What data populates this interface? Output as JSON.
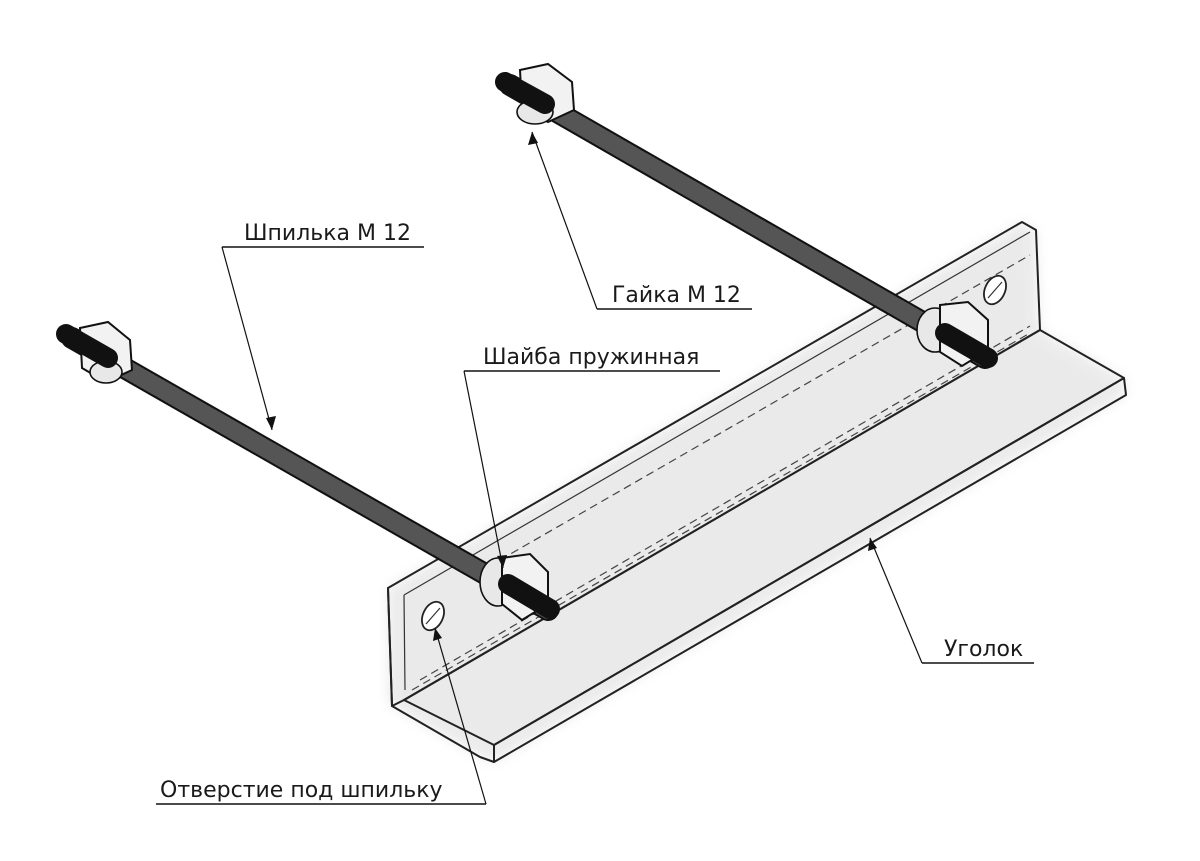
{
  "labels": {
    "stud": "Шпилька М 12",
    "nut": "Гайка М 12",
    "spring_washer": "Шайба пружинная",
    "angle": "Уголок",
    "stud_hole": "Отверстие под шпильку"
  },
  "colors": {
    "background": "#ffffff",
    "line": "#222222",
    "rod": "#111111"
  }
}
